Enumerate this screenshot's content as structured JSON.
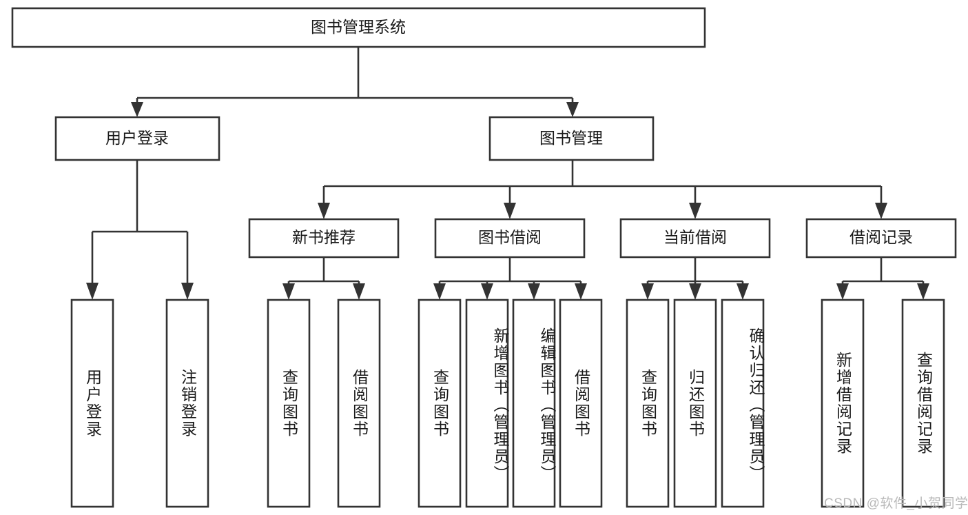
{
  "diagram": {
    "type": "tree-hierarchy",
    "title": "图书管理系统",
    "root": {
      "label": "图书管理系统"
    },
    "level2": [
      {
        "id": "user-login",
        "label": "用户登录"
      },
      {
        "id": "book-management",
        "label": "图书管理"
      }
    ],
    "level3": [
      {
        "id": "new-book-recommend",
        "label": "新书推荐",
        "parent": "book-management"
      },
      {
        "id": "book-borrow",
        "label": "图书借阅",
        "parent": "book-management"
      },
      {
        "id": "current-borrow",
        "label": "当前借阅",
        "parent": "book-management"
      },
      {
        "id": "borrow-record",
        "label": "借阅记录",
        "parent": "book-management"
      }
    ],
    "leaves": {
      "user-login": [
        {
          "id": "leaf-user-login",
          "label": "用户登录"
        },
        {
          "id": "leaf-user-logout",
          "label": "注销登录"
        }
      ],
      "new-book-recommend": [
        {
          "id": "leaf-query-book-1",
          "label": "查询图书"
        },
        {
          "id": "leaf-borrow-book-1",
          "label": "借阅图书"
        }
      ],
      "book-borrow": [
        {
          "id": "leaf-query-book-2",
          "label": "查询图书"
        },
        {
          "id": "leaf-add-book",
          "label": "新增图书（管理员）"
        },
        {
          "id": "leaf-edit-book",
          "label": "编辑图书（管理员）"
        },
        {
          "id": "leaf-borrow-book-2",
          "label": "借阅图书"
        }
      ],
      "current-borrow": [
        {
          "id": "leaf-query-book-3",
          "label": "查询图书"
        },
        {
          "id": "leaf-return-book",
          "label": "归还图书"
        },
        {
          "id": "leaf-confirm-return",
          "label": "确认归还（管理员）"
        }
      ],
      "borrow-record": [
        {
          "id": "leaf-add-record",
          "label": "新增借阅记录"
        },
        {
          "id": "leaf-query-record",
          "label": "查询借阅记录"
        }
      ]
    },
    "colors": {
      "box_stroke": "#333333",
      "box_fill": "#ffffff",
      "text": "#1a1a1a",
      "background": "#ffffff",
      "watermark": "#b9b9b9"
    }
  },
  "watermark": {
    "text": "CSDN @软件_小贺同学"
  }
}
